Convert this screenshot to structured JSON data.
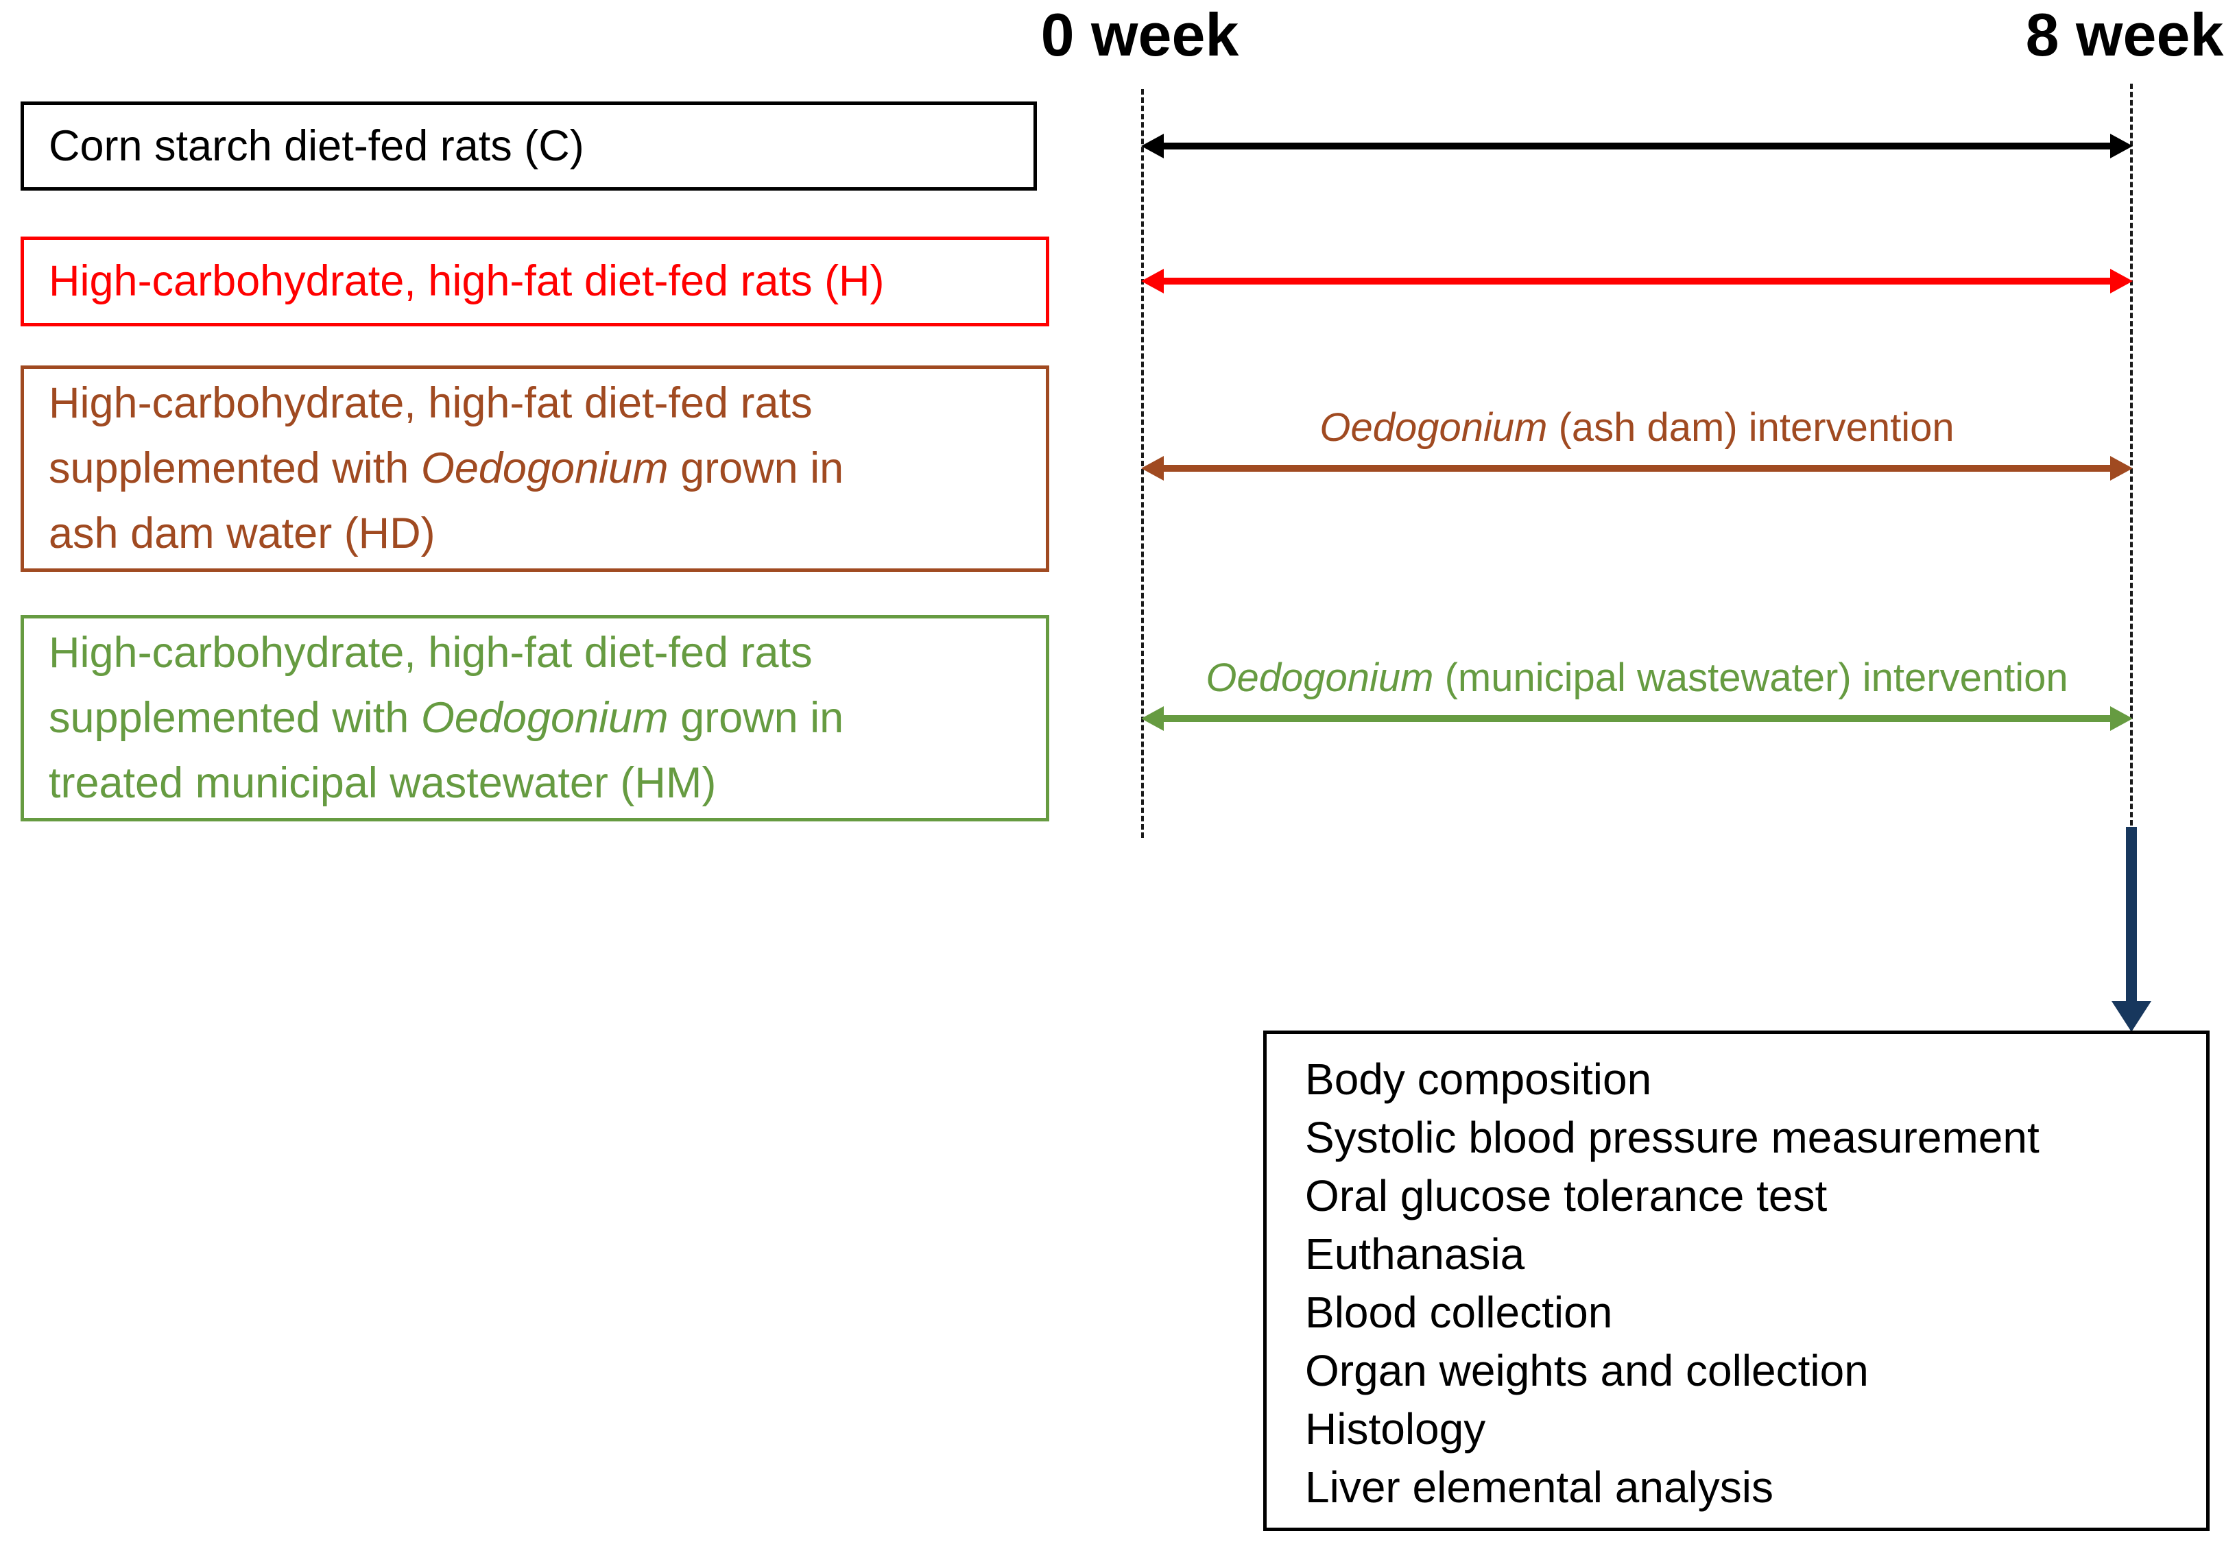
{
  "timeline": {
    "start_label": "0 week",
    "end_label": "8 week"
  },
  "groups": [
    {
      "color": "#000000",
      "box_before": "Corn starch diet-fed rats (C)",
      "box_italic": "",
      "box_after": ""
    },
    {
      "color": "#FF0000",
      "box_before": "High-carbohydrate, high-fat diet-fed rats (H)",
      "box_italic": "",
      "box_after": ""
    },
    {
      "color": "#A04A21",
      "box_before": "High-carbohydrate, high-fat diet-fed rats\nsupplemented with ",
      "box_italic": "Oedogonium",
      "box_after": " grown in\nash dam water (HD)",
      "arrow_label_italic": "Oedogonium",
      "arrow_label_rest": " (ash dam) intervention"
    },
    {
      "color": "#669B41",
      "box_before": "High-carbohydrate, high-fat diet-fed rats\nsupplemented with ",
      "box_italic": "Oedogonium",
      "box_after": " grown in\ntreated municipal wastewater (HM)",
      "arrow_label_italic": "Oedogonium",
      "arrow_label_rest": " (municipal wastewater) intervention"
    }
  ],
  "endpoint_arrow": {
    "color": "#17375D"
  },
  "outcomes": {
    "items": [
      "Body composition",
      "Systolic blood pressure measurement",
      "Oral glucose tolerance test",
      "Euthanasia",
      "Blood collection",
      "Organ weights and collection",
      "Histology",
      "Liver elemental analysis"
    ]
  }
}
